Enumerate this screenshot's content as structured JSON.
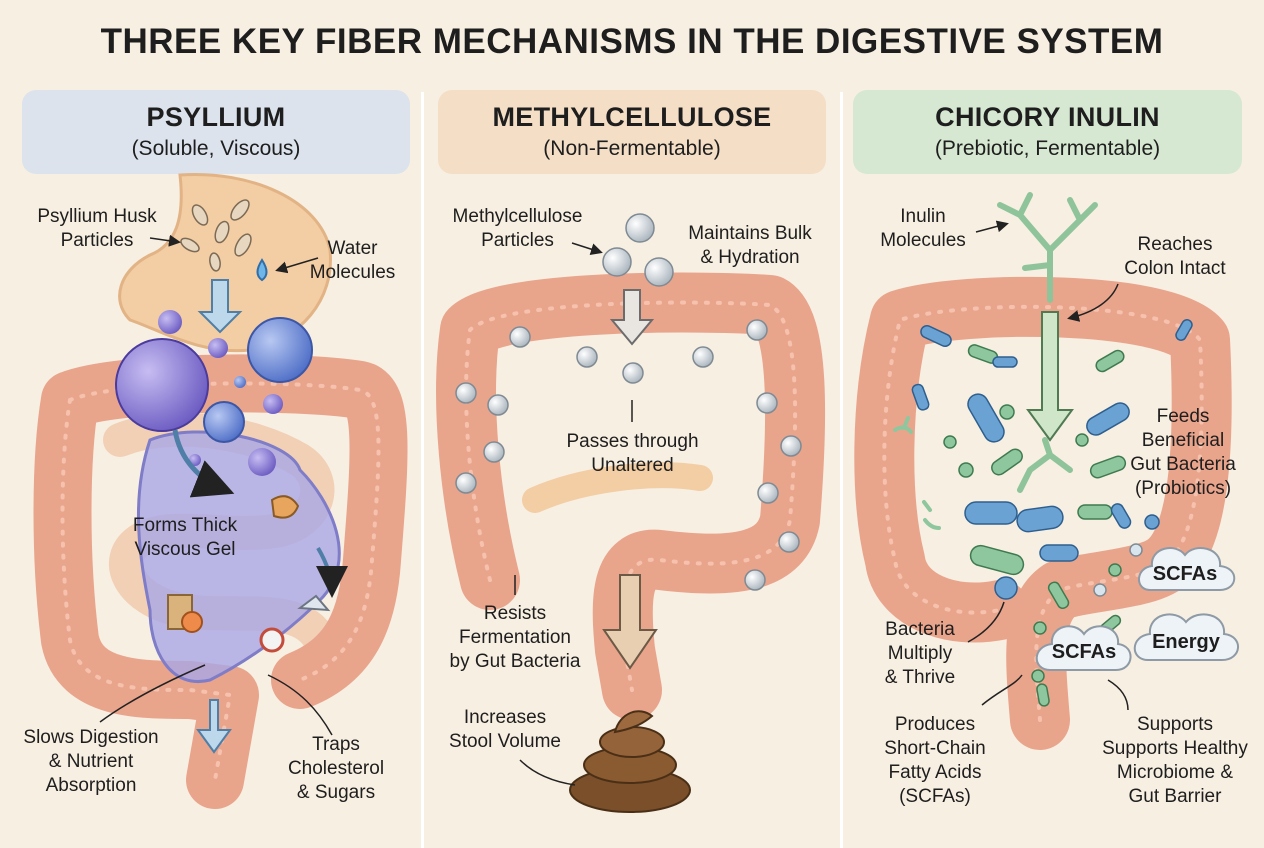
{
  "title": "THREE KEY FIBER MECHANISMS IN THE DIGESTIVE SYSTEM",
  "panels": [
    {
      "name": "PSYLLIUM",
      "subtitle": "(Soluble, Viscous)",
      "header_color": "#dce3ec",
      "labels": {
        "husk": "Psyllium Husk\nParticles",
        "water": "Water\nMolecules",
        "gel": "Forms Thick\nViscous Gel",
        "slows": "Slows Digestion\n& Nutrient\nAbsorption",
        "traps": "Traps\nCholesterol\n& Sugars"
      }
    },
    {
      "name": "METHYLCELLULOSE",
      "subtitle": "(Non-Fermentable)",
      "header_color": "#f4dfc6",
      "labels": {
        "particles": "Methylcellulose\nParticles",
        "bulk": "Maintains Bulk\n& Hydration",
        "passes": "Passes through\nUnaltered",
        "resists": "Resists\nFermentation\nby Gut Bacteria",
        "stool": "Increases\nStool Volume"
      }
    },
    {
      "name": "CHICORY INULIN",
      "subtitle": "(Prebiotic, Fermentable)",
      "header_color": "#d7e8d2",
      "labels": {
        "inulin": "Inulin\nMolecules",
        "reaches": "Reaches\nColon Intact",
        "feeds": "Feeds\nBeneficial\nGut Bacteria\n(Probiotics)",
        "multiply": "Bacteria\nMultiply\n& Thrive",
        "produces": "Produces\nShort-Chain\nFatty Acids\n(SCFAs)",
        "supports": "Supports\nSupports Healthy\nMicrobiome &\nGut Barrier"
      },
      "clouds": [
        "SCFAs",
        "Energy",
        "SCFAs"
      ]
    }
  ],
  "colors": {
    "intestine": "#e9a48c",
    "intestine_dark": "#c97761",
    "gel": "#a9a6e6",
    "bubble": "#7f70cf",
    "bacteria_blue": "#6aa3d3",
    "bacteria_green": "#8ec79e"
  }
}
